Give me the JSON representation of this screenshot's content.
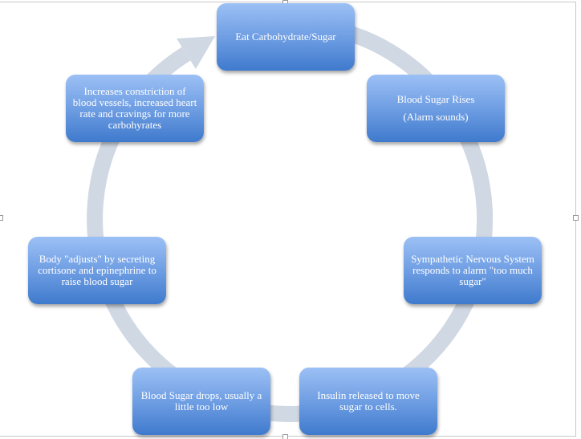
{
  "diagram": {
    "type": "cycle",
    "colors": {
      "arc": "#d0d8e4",
      "box_top": "#9cc0f5",
      "box_bottom": "#3f7acd",
      "text": "#ffffff"
    },
    "steps": [
      {
        "label": "Eat Carbohydrate/Sugar"
      },
      {
        "label": "Blood Sugar Rises",
        "sub": "(Alarm sounds)"
      },
      {
        "label": "Sympathetic Nervous System responds to alarm \"too much sugar\""
      },
      {
        "label": "Insulin released to move sugar to cells."
      },
      {
        "label": "Blood Sugar drops, usually a little too low"
      },
      {
        "label": "Body \"adjusts\" by secreting cortisone and epinephrine to raise blood sugar"
      },
      {
        "label": "Increases constriction of blood vessels, increased heart rate and cravings for more carbohyrates"
      }
    ]
  }
}
